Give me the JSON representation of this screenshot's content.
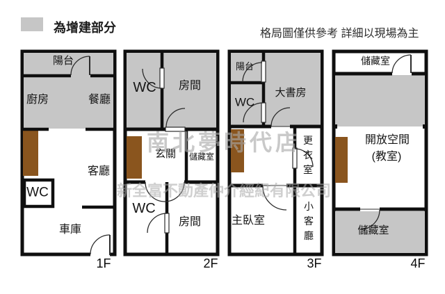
{
  "legend": {
    "label": "為增建部分"
  },
  "disclaimer": "格局圖僅供參考 詳細以現場為主",
  "watermark": {
    "line1": "南北夢時代店",
    "line2": "新全富不動產仲介經紀有限公司"
  },
  "colors": {
    "addition_gray": "#c6c6c6",
    "stair_brown": "#8a551e",
    "wall": "#0f0f0f",
    "watermark": "#a9a9a9"
  },
  "floors": [
    {
      "label": "1F",
      "rooms": {
        "balcony": "陽台",
        "kitchen": "廚房",
        "dining": "餐廳",
        "living": "客廳",
        "wc": "WC",
        "garage": "車庫"
      }
    },
    {
      "label": "2F",
      "rooms": {
        "wc_top": "WC",
        "bedroom_top": "房間",
        "foyer": "玄關",
        "storage": "儲藏室",
        "wc_bottom": "WC",
        "bedroom_bottom": "房間"
      }
    },
    {
      "label": "3F",
      "rooms": {
        "balcony": "陽台",
        "wc": "WC",
        "study": "大書房",
        "dressing": "更衣室",
        "master": "主臥室",
        "small_living": "小客廳"
      }
    },
    {
      "label": "4F",
      "rooms": {
        "storage_top": "儲藏室",
        "open_space": "開放空間",
        "classroom": "(教室)",
        "storage_bottom": "儲藏室"
      }
    }
  ]
}
